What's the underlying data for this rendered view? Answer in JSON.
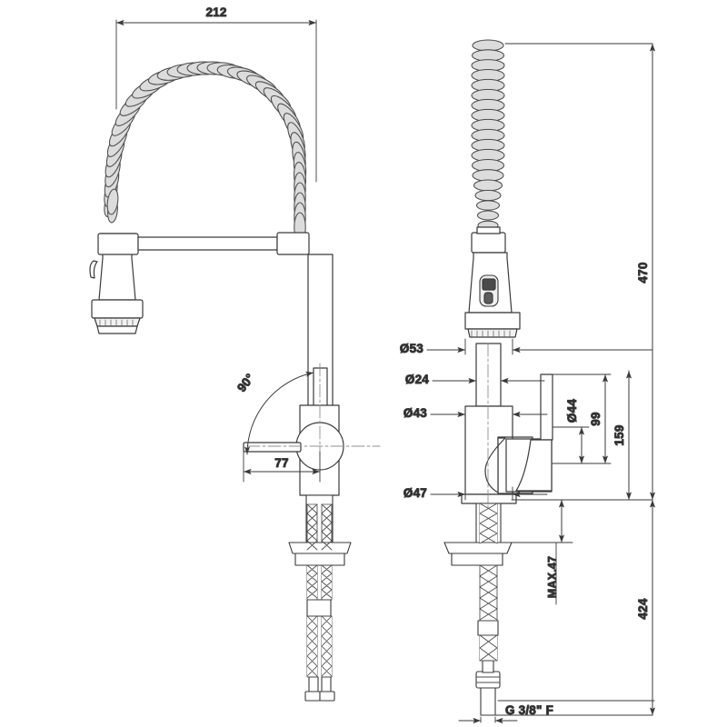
{
  "drawing": {
    "type": "technical-dimension-drawing",
    "subject": "Pull-down spring kitchen faucet / mixer tap",
    "units": "mm",
    "views": [
      {
        "name": "front-elevation",
        "position": "left"
      },
      {
        "name": "side-elevation",
        "position": "right"
      }
    ],
    "colors": {
      "outline": "#3a3a3a",
      "dimension_line": "#4a4a4a",
      "text": "#2b2b2b",
      "centerline": "#8a8a8a",
      "spring_fill": "#d8d8d8",
      "background": "#ffffff"
    }
  },
  "dimensions": {
    "front": [
      {
        "id": "spout-reach-212",
        "label": "212",
        "orientation": "horizontal",
        "view": "front"
      },
      {
        "id": "handle-offset-77",
        "label": "77",
        "orientation": "horizontal",
        "view": "front"
      },
      {
        "id": "handle-swing-90",
        "label": "90",
        "suffix": "°",
        "orientation": "angular",
        "view": "front"
      }
    ],
    "side": [
      {
        "id": "dia-53",
        "label": "Ø53",
        "orientation": "horizontal",
        "view": "side"
      },
      {
        "id": "dia-24",
        "label": "Ø24",
        "orientation": "horizontal",
        "view": "side"
      },
      {
        "id": "dia-43",
        "label": "Ø43",
        "orientation": "horizontal",
        "view": "side"
      },
      {
        "id": "dia-47",
        "label": "Ø47",
        "orientation": "horizontal",
        "view": "side"
      },
      {
        "id": "dia-44",
        "label": "Ø44",
        "orientation": "vertical",
        "view": "side"
      },
      {
        "id": "spout-height-99",
        "label": "99",
        "orientation": "vertical",
        "view": "side"
      },
      {
        "id": "body-height-159",
        "label": "159",
        "orientation": "vertical",
        "view": "side"
      },
      {
        "id": "total-height-470",
        "label": "470",
        "orientation": "vertical",
        "view": "side"
      },
      {
        "id": "below-deck-424",
        "label": "424",
        "orientation": "vertical",
        "view": "side"
      },
      {
        "id": "max-deck-thickness",
        "label": "MAX.47",
        "orientation": "vertical",
        "view": "side"
      },
      {
        "id": "supply-thread",
        "label": "G 3/8\" F",
        "orientation": "leader",
        "view": "side"
      }
    ]
  },
  "labels": {
    "d212": "212",
    "d77": "77",
    "d90": "90°",
    "d53": "Ø53",
    "d24": "Ø24",
    "d43": "Ø43",
    "d47": "Ø47",
    "d44": "Ø44",
    "d99": "99",
    "d159": "159",
    "d470": "470",
    "d424": "424",
    "dmax47": "MAX.47",
    "dthread": "G 3/8\" F"
  }
}
